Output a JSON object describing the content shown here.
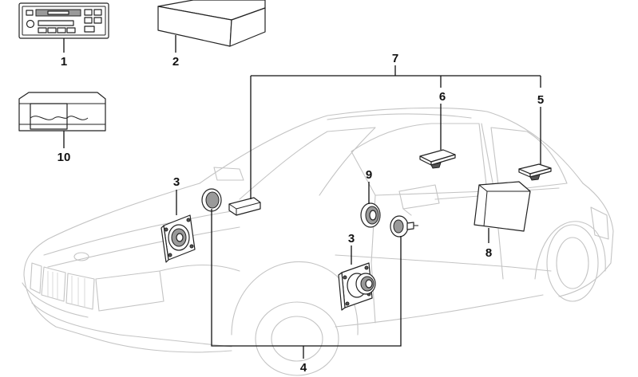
{
  "diagram": {
    "callouts": [
      {
        "id": "1",
        "label": "1"
      },
      {
        "id": "2",
        "label": "2"
      },
      {
        "id": "3a",
        "label": "3"
      },
      {
        "id": "3b",
        "label": "3"
      },
      {
        "id": "4",
        "label": "4"
      },
      {
        "id": "5",
        "label": "5"
      },
      {
        "id": "6",
        "label": "6"
      },
      {
        "id": "7",
        "label": "7"
      },
      {
        "id": "8",
        "label": "8"
      },
      {
        "id": "9",
        "label": "9"
      },
      {
        "id": "10",
        "label": "10"
      }
    ]
  }
}
